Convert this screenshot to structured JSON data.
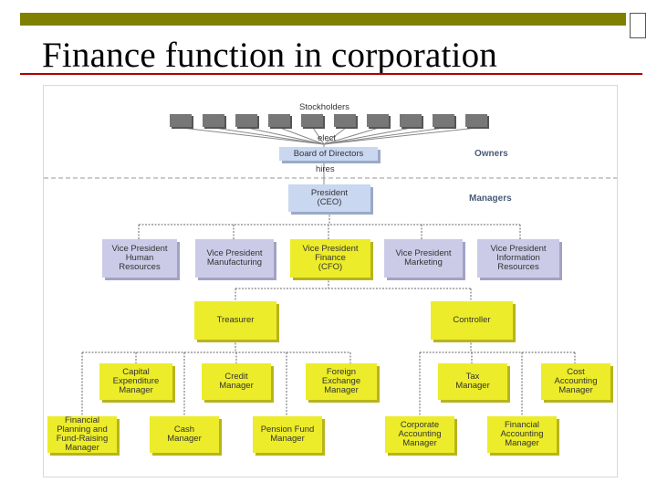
{
  "title": "Finance function in corporation",
  "chart": {
    "stockholders": "Stockholders",
    "elect": "elect",
    "board": "Board of Directors",
    "hires": "hires",
    "owners": "Owners",
    "managers": "Managers",
    "president": "President\n(CEO)",
    "vps": [
      "Vice President\nHuman\nResources",
      "Vice President\nManufacturing",
      "Vice President\nFinance\n(CFO)",
      "Vice President\nMarketing",
      "Vice President\nInformation\nResources"
    ],
    "treasurer": "Treasurer",
    "controller": "Controller",
    "treasurer_reports": [
      "Capital\nExpenditure\nManager",
      "Credit\nManager",
      "Foreign\nExchange\nManager",
      "Financial\nPlanning and\nFund-Raising\nManager",
      "Cash\nManager",
      "Pension Fund\nManager"
    ],
    "controller_reports": [
      "Tax\nManager",
      "Cost\nAccounting\nManager",
      "Corporate\nAccounting\nManager",
      "Financial\nAccounting\nManager"
    ]
  }
}
